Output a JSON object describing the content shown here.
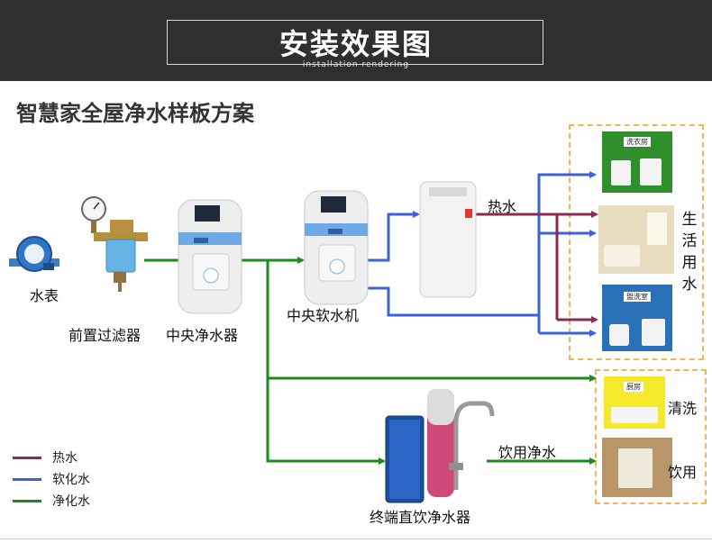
{
  "banner": {
    "title": "安装效果图",
    "subtitle": "installation rendering"
  },
  "page_title": "智慧家全屋净水样板方案",
  "devices": {
    "water_meter": "水表",
    "pre_filter": "前置过滤器",
    "central_purifier": "中央净水器",
    "central_softener": "中央软水机",
    "terminal_purifier": "终端直饮净水器"
  },
  "flow_labels": {
    "hot_water": "热水",
    "drinking_water": "饮用净水"
  },
  "rooms": {
    "laundry": "洗衣房",
    "washroom": "盥洗室",
    "kitchen": "厨房"
  },
  "uses": {
    "domestic": "生活用水",
    "cleaning": "清洗",
    "drinking": "饮用"
  },
  "legend": [
    {
      "label": "热水",
      "color": "#8a2a55"
    },
    {
      "label": "软化水",
      "color": "#3a63d6"
    },
    {
      "label": "净化水",
      "color": "#1e8a1e"
    }
  ]
}
